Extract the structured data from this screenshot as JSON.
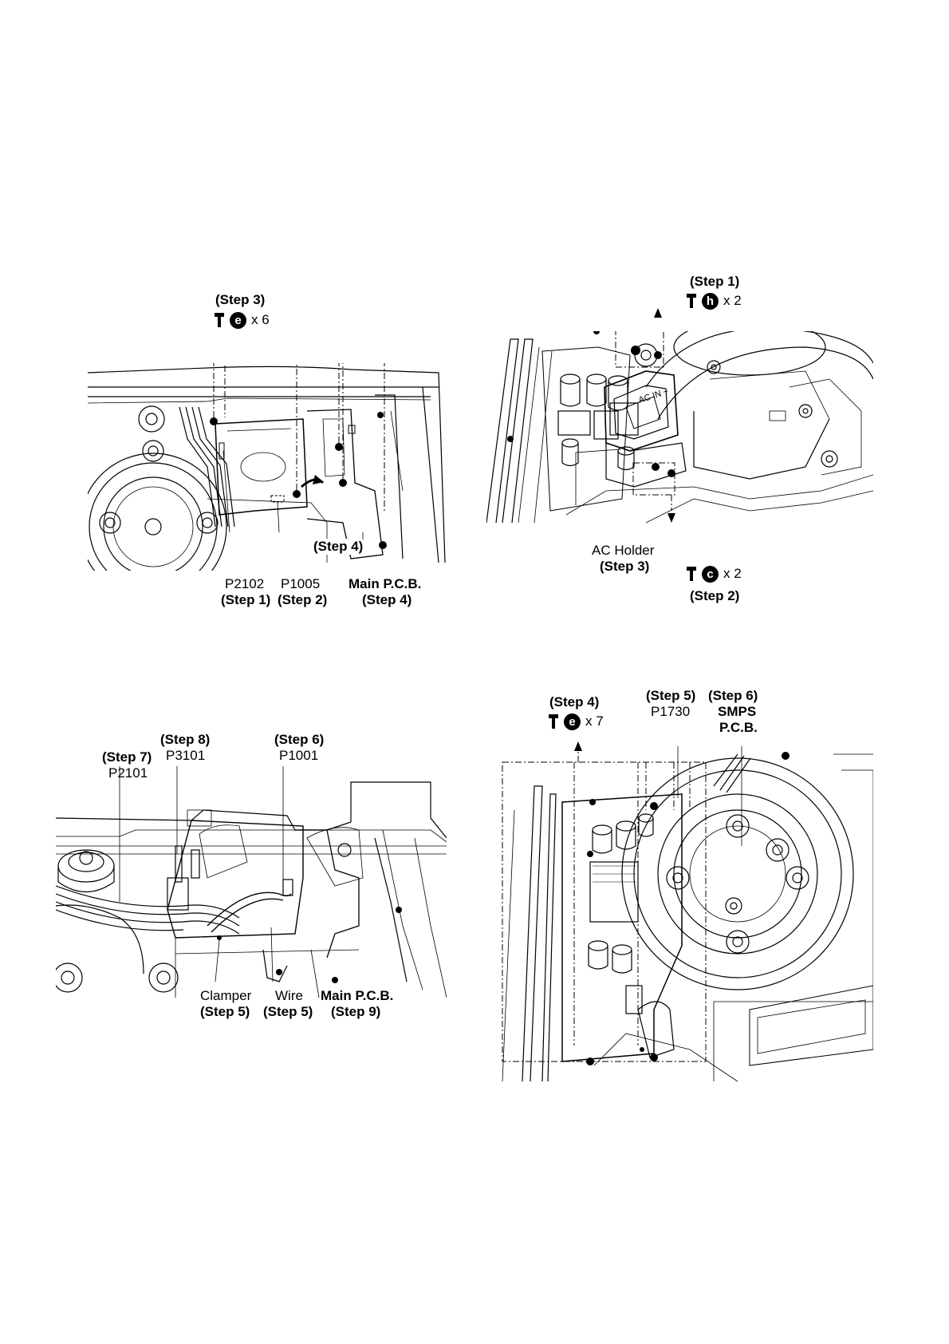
{
  "fig1": {
    "step3": "(Step 3)",
    "screw_letter": "e",
    "screw_count": "x 6",
    "p2102": "P2102",
    "p2102_step": "(Step 1)",
    "p1005": "P1005",
    "p1005_step": "(Step 2)",
    "main_pcb": "Main P.C.B.",
    "main_pcb_step": "(Step 4)",
    "arrow_step": "(Step 4)"
  },
  "fig2": {
    "step1": "(Step 1)",
    "top_screw_letter": "h",
    "top_screw_count": "x 2",
    "ac_holder": "AC Holder",
    "ac_holder_step": "(Step 3)",
    "bottom_screw_letter": "c",
    "bottom_screw_count": "x 2",
    "step2": "(Step 2)",
    "socket_text": "AC IN ~"
  },
  "fig3": {
    "p2101_step": "(Step 7)",
    "p2101": "P2101",
    "p3101_step": "(Step 8)",
    "p3101": "P3101",
    "p1001_step": "(Step 6)",
    "p1001": "P1001",
    "clamper": "Clamper",
    "clamper_step": "(Step 5)",
    "wire": "Wire",
    "wire_step": "(Step 5)",
    "main_pcb": "Main P.C.B.",
    "main_pcb_step": "(Step 9)"
  },
  "fig4": {
    "step4": "(Step 4)",
    "screw_letter": "e",
    "screw_count": "x 7",
    "p1730_step": "(Step 5)",
    "p1730": "P1730",
    "smps_step": "(Step 6)",
    "smps_line1": "SMPS",
    "smps_line2": "P.C.B."
  }
}
